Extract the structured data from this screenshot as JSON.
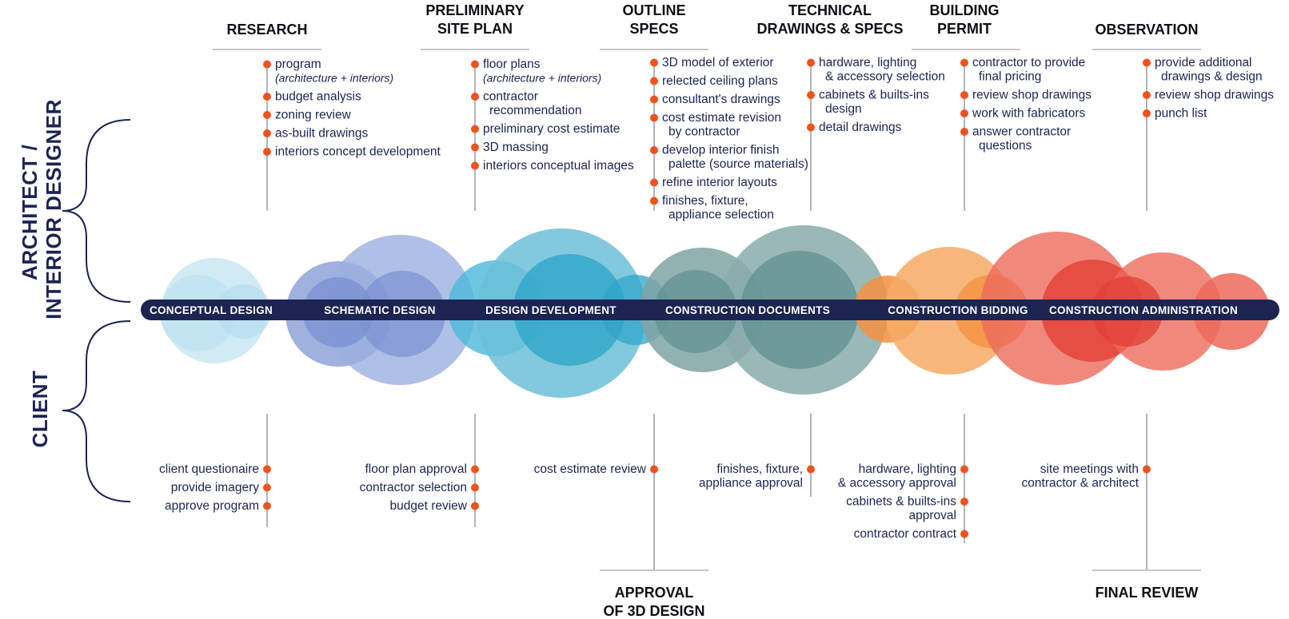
{
  "colors": {
    "navy": "#1c2452",
    "dot": "#f0521e",
    "line": "#b4b4b4",
    "bar": "#1c2452"
  },
  "roles": {
    "architect": [
      "ARCHITECT /",
      "INTERIOR DESIGNER"
    ],
    "client": "CLIENT"
  },
  "phases": [
    {
      "label": "CONCEPTUAL DESIGN"
    },
    {
      "label": "SCHEMATIC DESIGN"
    },
    {
      "label": "DESIGN DEVELOPMENT"
    },
    {
      "label": "CONSTRUCTION DOCUMENTS"
    },
    {
      "label": "CONSTRUCTION BIDDING"
    },
    {
      "label": "CONSTRUCTION ADMINISTRATION"
    }
  ],
  "milestones_top": [
    {
      "title": [
        "RESEARCH"
      ],
      "items": [
        {
          "text": [
            "program"
          ],
          "note": "(architecture + interiors)"
        },
        {
          "text": [
            "budget analysis"
          ]
        },
        {
          "text": [
            "zoning review"
          ]
        },
        {
          "text": [
            "as-built drawings"
          ]
        },
        {
          "text": [
            "interiors concept development"
          ]
        }
      ]
    },
    {
      "title": [
        "PRELIMINARY",
        "SITE PLAN"
      ],
      "items": [
        {
          "text": [
            "floor plans"
          ],
          "note": "(architecture + interiors)"
        },
        {
          "text": [
            "contractor",
            "recommendation"
          ]
        },
        {
          "text": [
            "preliminary cost estimate"
          ]
        },
        {
          "text": [
            "3D massing"
          ]
        },
        {
          "text": [
            "interiors conceptual images"
          ]
        }
      ]
    },
    {
      "title": [
        "OUTLINE",
        "SPECS"
      ],
      "items": [
        {
          "text": [
            "3D model of exterior"
          ]
        },
        {
          "text": [
            "relected ceiling plans"
          ]
        },
        {
          "text": [
            "consultant's drawings"
          ]
        },
        {
          "text": [
            "cost estimate revision",
            "by contractor"
          ]
        },
        {
          "text": [
            "develop interior finish",
            "palette (source materials)"
          ]
        },
        {
          "text": [
            "refine interior layouts"
          ]
        },
        {
          "text": [
            "finishes, fixture,",
            "appliance selection"
          ]
        }
      ]
    },
    {
      "title": [
        "TECHNICAL",
        "DRAWINGS & SPECS"
      ],
      "items": [
        {
          "text": [
            "hardware, lighting",
            "& accessory selection"
          ]
        },
        {
          "text": [
            "cabinets & builts-ins",
            "design"
          ]
        },
        {
          "text": [
            "detail drawings"
          ]
        }
      ]
    },
    {
      "title": [
        "BUILDING",
        "PERMIT"
      ],
      "items": [
        {
          "text": [
            "contractor to provide",
            "final pricing"
          ]
        },
        {
          "text": [
            "review shop drawings"
          ]
        },
        {
          "text": [
            "work with fabricators"
          ]
        },
        {
          "text": [
            "answer contractor",
            "questions"
          ]
        }
      ]
    },
    {
      "title": [
        "OBSERVATION"
      ],
      "items": [
        {
          "text": [
            "provide additional",
            "drawings & design"
          ]
        },
        {
          "text": [
            "review shop drawings"
          ]
        },
        {
          "text": [
            "punch list"
          ]
        }
      ]
    }
  ],
  "milestones_bottom": [
    {
      "title": [],
      "items": [
        {
          "text": [
            "client questionaire"
          ]
        },
        {
          "text": [
            "provide imagery"
          ]
        },
        {
          "text": [
            "approve program"
          ]
        }
      ]
    },
    {
      "title": [],
      "items": [
        {
          "text": [
            "floor plan approval"
          ]
        },
        {
          "text": [
            "contractor selection"
          ]
        },
        {
          "text": [
            "budget review"
          ]
        }
      ]
    },
    {
      "title": [
        "APPROVAL",
        "OF 3D DESIGN"
      ],
      "items": [
        {
          "text": [
            "cost estimate review"
          ]
        }
      ]
    },
    {
      "title": [],
      "items": [
        {
          "text": [
            "finishes, fixture,",
            "appliance approval"
          ]
        }
      ]
    },
    {
      "title": [],
      "items": [
        {
          "text": [
            "hardware, lighting",
            "& accessory approval"
          ]
        },
        {
          "text": [
            "cabinets & builts-ins",
            "approval"
          ]
        },
        {
          "text": [
            "contractor contract"
          ]
        }
      ]
    },
    {
      "title": [
        "FINAL REVIEW"
      ],
      "items": [
        {
          "text": [
            "site meetings with",
            "contractor & architect"
          ]
        }
      ]
    }
  ]
}
